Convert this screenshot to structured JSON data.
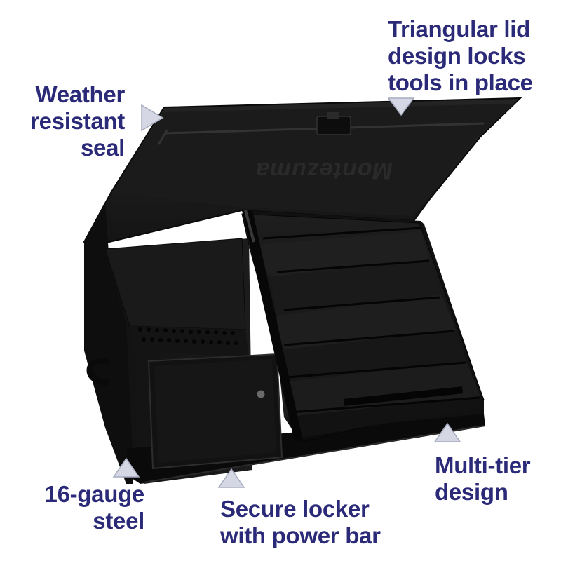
{
  "callouts": {
    "weather_seal": "Weather\nresistant\nseal",
    "triangular_lid": "Triangular lid\ndesign locks\ntools in place",
    "gauge_steel": "16-gauge\nsteel",
    "secure_locker": "Secure locker\nwith power bar",
    "multi_tier": "Multi-tier\ndesign"
  },
  "product": {
    "brand_logo_text": "Montezuma"
  },
  "colors": {
    "callout_text": "#2b2a78",
    "marker_fill": "#d5d8e4",
    "marker_stroke": "#a6abbe",
    "toolbox_body": "#151515",
    "toolbox_shadow": "#070707",
    "toolbox_highlight": "#2b2b2b"
  },
  "icons": {
    "marker": "triangle-marker-icon"
  }
}
